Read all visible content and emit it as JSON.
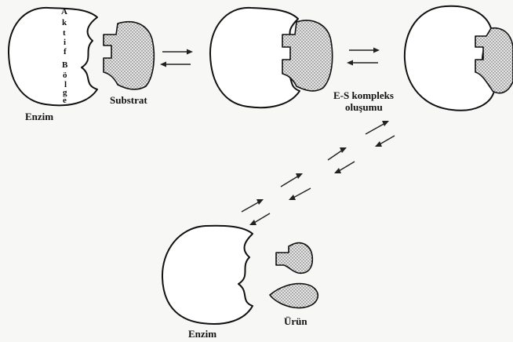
{
  "labels": {
    "active_site_letters": [
      "A",
      "k",
      "t",
      "i",
      "f",
      "B",
      "ö",
      "l",
      "g",
      "e"
    ],
    "enzyme_top": "Enzim",
    "substrate": "Substrat",
    "es_complex_line1": "E-S kompleks",
    "es_complex_line2": "oluşumu",
    "product": "Ürün",
    "enzyme_bottom": "Enzim"
  }
}
